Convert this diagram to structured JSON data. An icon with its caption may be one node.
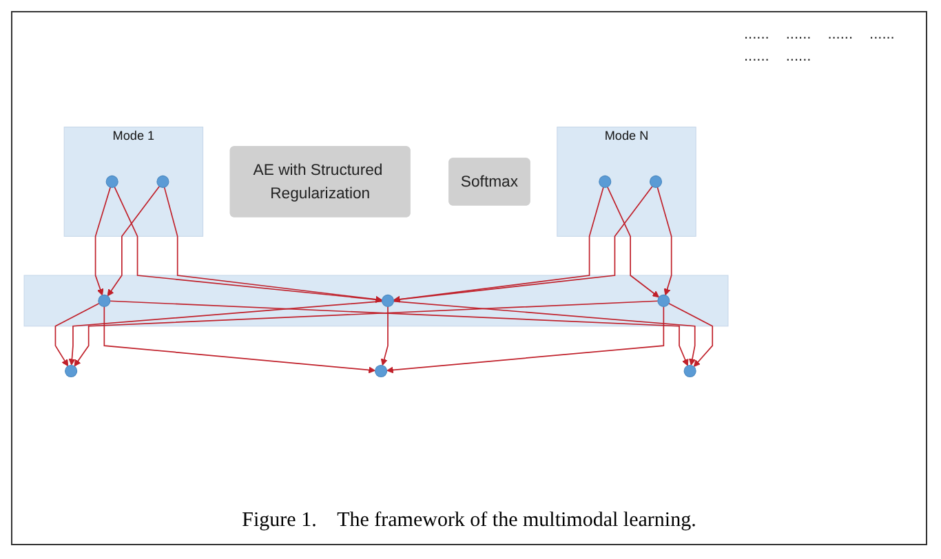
{
  "diagram": {
    "caption": "Figure 1.    The framework of the multimodal learning.",
    "nodes": [
      {
        "text": [
          "Mode 1"
        ]
      },
      {
        "text": [],
        "shape": "circle",
        "in": 0
      },
      {
        "text": [],
        "shape": "circle",
        "in": 0
      },
      {
        "text": [
          "Mode N"
        ]
      },
      {
        "text": [],
        "shape": "circle",
        "in": 3
      },
      {
        "text": [],
        "shape": "circle",
        "in": 3
      },
      {
        "text": [],
        "shape": "box"
      },
      {
        "text": [],
        "shape": "circle",
        "in": 6
      },
      {
        "text": [],
        "shape": "circle",
        "in": 6
      },
      {
        "text": [],
        "shape": "circle",
        "in": 6
      },
      {
        "text": [],
        "shape": "circle"
      },
      {
        "text": [],
        "shape": "circle"
      },
      {
        "text": [],
        "shape": "circle"
      },
      {
        "text": [
          "AE with Structured Regularization"
        ]
      },
      {
        "text": [
          "Softmax"
        ]
      }
    ],
    "edges": [
      {
        "from": 1,
        "to": 7,
        "arrow": "to"
      },
      {
        "from": 1,
        "to": 8,
        "arrow": "to"
      },
      {
        "from": 2,
        "to": 7,
        "arrow": "to"
      },
      {
        "from": 2,
        "to": 8,
        "arrow": "to"
      },
      {
        "from": 4,
        "to": 8,
        "arrow": "to"
      },
      {
        "from": 4,
        "to": 9,
        "arrow": "to"
      },
      {
        "from": 5,
        "to": 8,
        "arrow": "to"
      },
      {
        "from": 5,
        "to": 9,
        "arrow": "to"
      },
      {
        "from": 7,
        "to": 10,
        "arrow": "to"
      },
      {
        "from": 7,
        "to": 11,
        "arrow": "to"
      },
      {
        "from": 7,
        "to": 12,
        "arrow": "to"
      },
      {
        "from": 8,
        "to": 10,
        "arrow": "to"
      },
      {
        "from": 8,
        "to": 11,
        "arrow": "to"
      },
      {
        "from": 8,
        "to": 12,
        "arrow": "to"
      },
      {
        "from": 9,
        "to": 10,
        "arrow": "to"
      },
      {
        "from": 9,
        "to": 11,
        "arrow": "to"
      },
      {
        "from": 9,
        "to": 12,
        "arrow": "to"
      }
    ],
    "labels": [
      "......",
      "......",
      "......",
      "......",
      "......",
      "......"
    ]
  }
}
